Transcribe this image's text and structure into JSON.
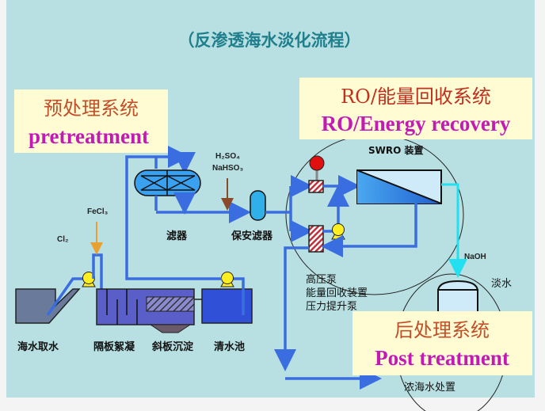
{
  "title": "（反渗透海水淡化流程）",
  "sections": {
    "pretreatment": {
      "cn": "预处理系统",
      "en": "pretreatment"
    },
    "ro": {
      "cn": "RO/能量回收系统",
      "en": "RO/Energy recovery"
    },
    "post": {
      "cn": "后处理系统",
      "en": "Post treatment"
    }
  },
  "labels": {
    "intake": "海水取水",
    "flocculation": "隔板絮凝",
    "sedimentation": "斜板沉淀",
    "clear_tank": "清水池",
    "filter": "滤器",
    "cartridge_filter": "保安滤器",
    "fecl3": "FeCl₃",
    "cl2": "Cl₂",
    "h2so4": "H₂SO₄",
    "nahso3": "NaHSO₃",
    "swro": "SWRO 装置",
    "naoh": "NaOH",
    "fresh_water": "淡水",
    "hp_pump": "高压泵",
    "erd": "能量回收装置",
    "booster": "压力提升泵",
    "brine": "浓海水处置"
  },
  "colors": {
    "background": "#b8e0e3",
    "title": "#1f7f8c",
    "pipe": "#3a6ee0",
    "permeate": "#22e0f0",
    "label_box": "#fffbd2",
    "cn_text": "#c0502a",
    "en_text": "#c21ab5"
  }
}
